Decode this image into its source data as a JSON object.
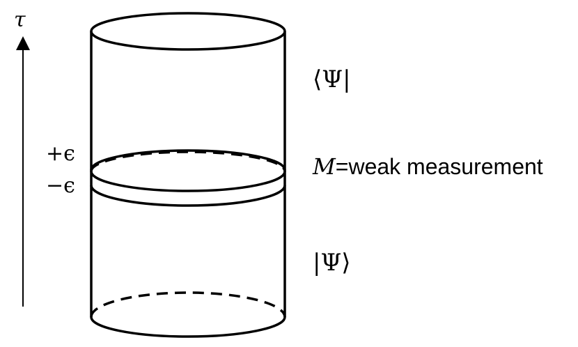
{
  "labels": {
    "time_axis": "τ",
    "bra_state": "⟨Ψ|",
    "ket_state": "|Ψ⟩",
    "plus_epsilon": "+ϵ",
    "minus_epsilon": "−ϵ",
    "measurement_symbol": "M",
    "measurement_text": "=weak measurement"
  },
  "colors": {
    "stroke": "#000000",
    "background": "#ffffff"
  }
}
